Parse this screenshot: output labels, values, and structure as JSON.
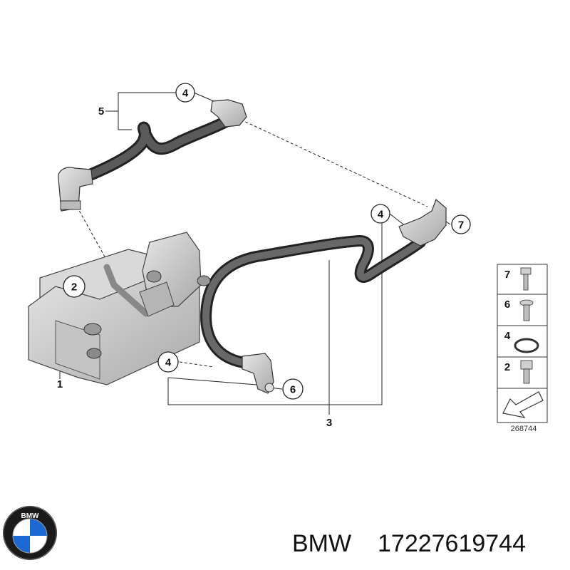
{
  "diagram": {
    "callouts": {
      "c4_top": "4",
      "c7": "7",
      "c4_mid": "4",
      "c2": "2",
      "c4_low": "4",
      "c6": "6"
    },
    "labels": {
      "l5": "5",
      "l1": "1",
      "l3": "3"
    },
    "legend": {
      "items": [
        "7",
        "6",
        "4",
        "2"
      ],
      "ref_number": "268744"
    }
  },
  "footer": {
    "brand": "BMW",
    "part_number": "17227619744",
    "logo_letters": "BMW"
  },
  "colors": {
    "line": "#222222",
    "hose": "#3a3a3a",
    "metal": "#c8c8c8",
    "logo_blue": "#1c69d4"
  }
}
